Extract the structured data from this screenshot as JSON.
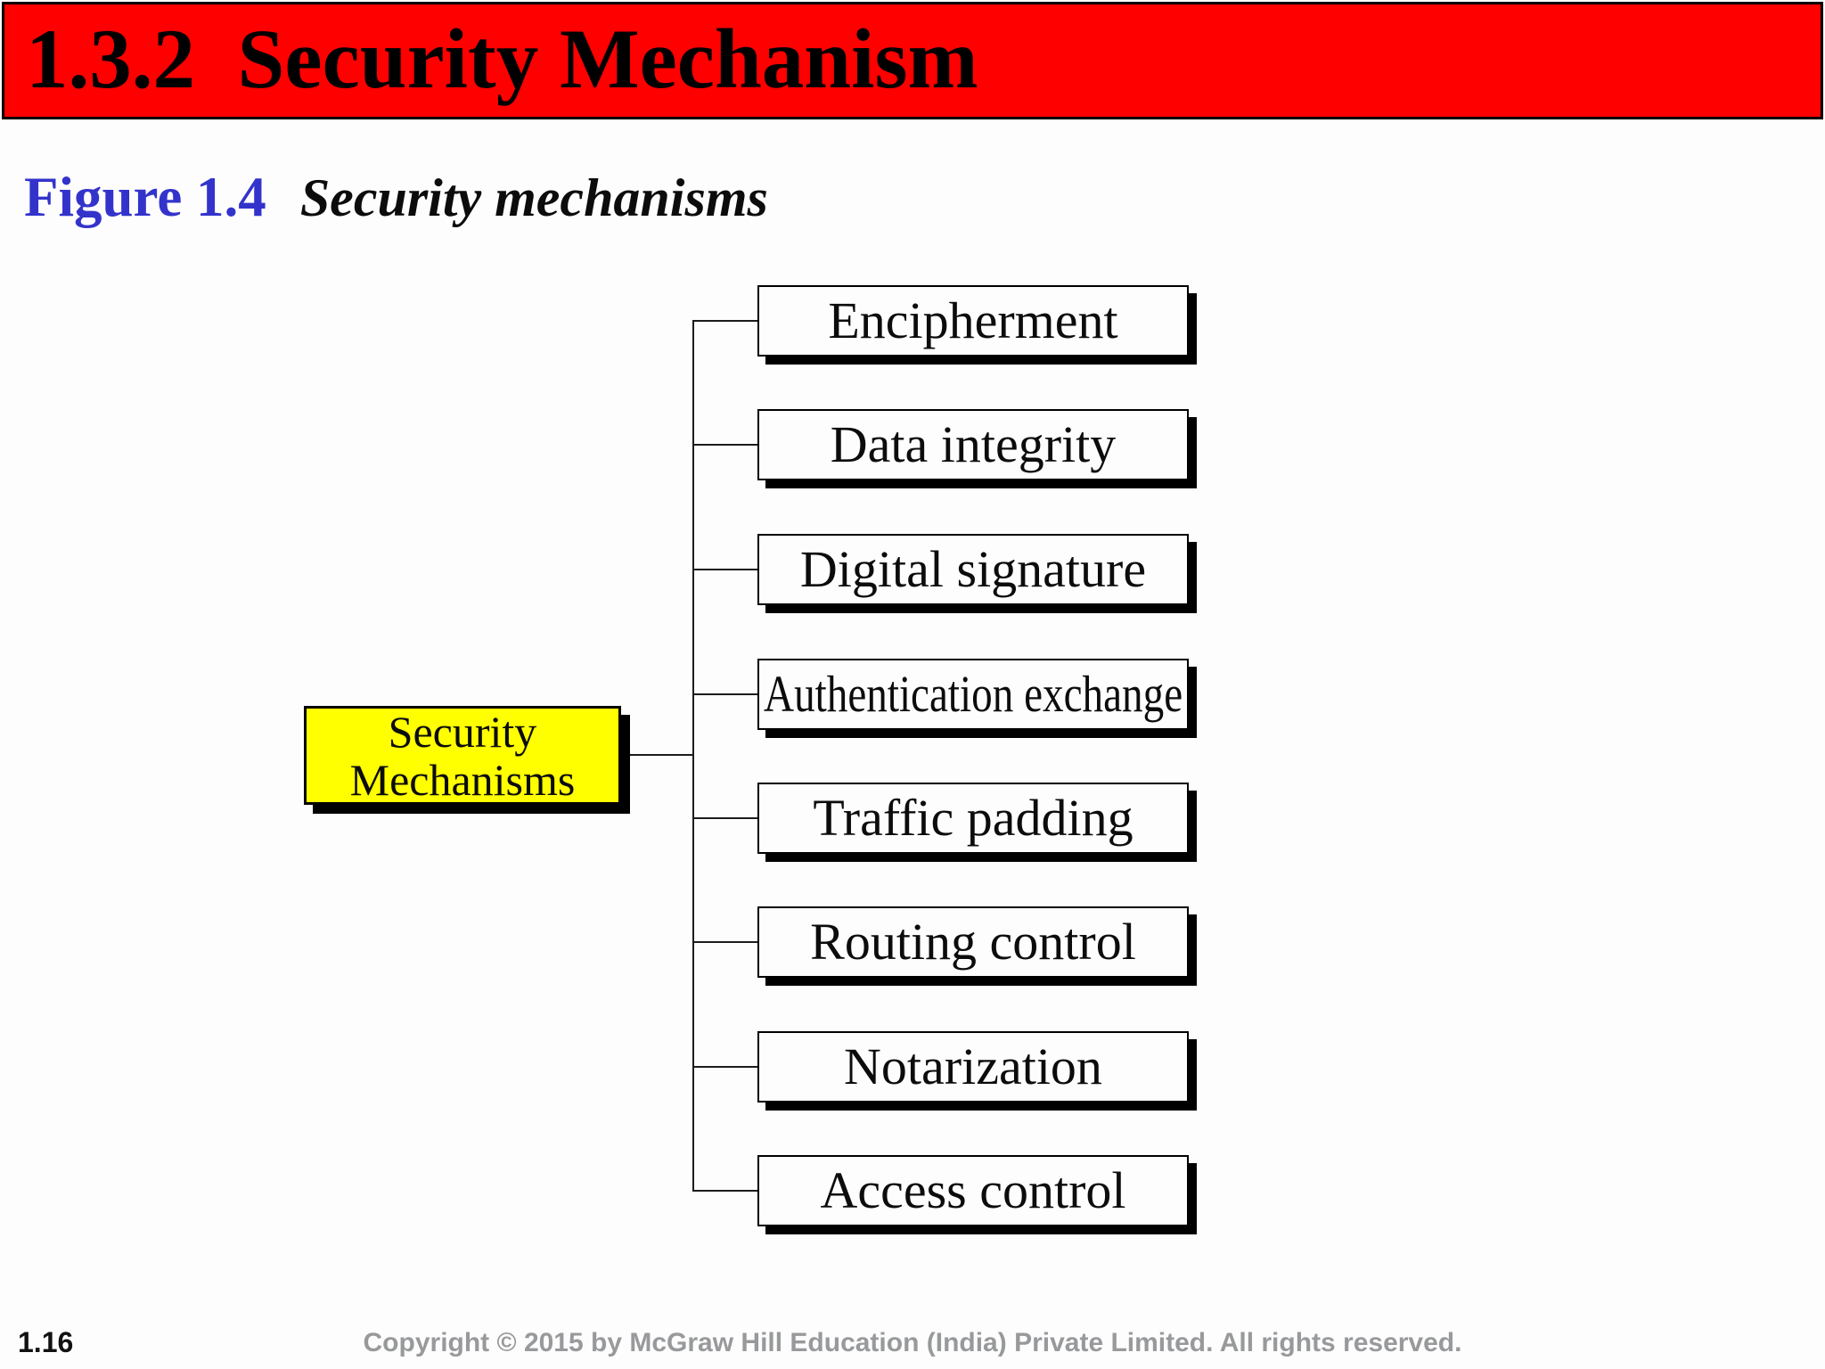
{
  "header": {
    "title": "1.3.2  Security Mechanism",
    "bg_color": "#fe0000"
  },
  "figure": {
    "label": "Figure 1.4",
    "label_color": "#3333cc",
    "caption": "Security mechanisms"
  },
  "diagram": {
    "root": {
      "line1": "Security",
      "line2": "Mechanisms",
      "bg_color": "#ffff00"
    },
    "mechanisms": [
      "Encipherment",
      "Data integrity",
      "Digital signature",
      "Authentication exchange",
      "Traffic padding",
      "Routing control",
      "Notarization",
      "Access control"
    ]
  },
  "footer": {
    "page_number": "1.16",
    "copyright": "Copyright © 2015 by McGraw Hill Education (India) Private Limited. All rights reserved."
  }
}
